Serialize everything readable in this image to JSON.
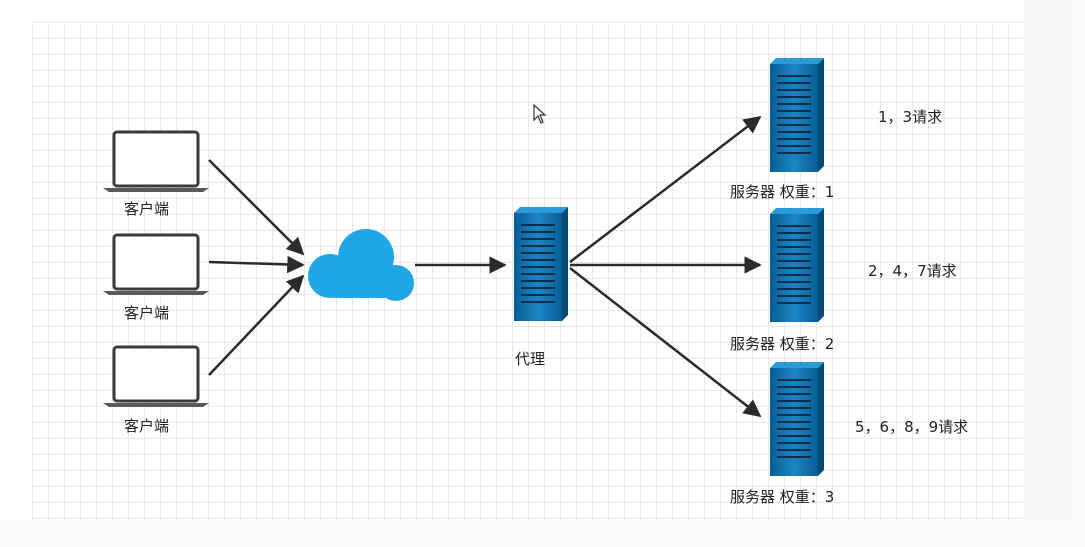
{
  "colors": {
    "server_dark": "#0a5c92",
    "server_light": "#1a86c7",
    "cloud": "#1ea6e6",
    "arrow": "#2b2b2b",
    "laptop_frame": "#3a3a3a"
  },
  "clients": [
    {
      "label": "客户端"
    },
    {
      "label": "客户端"
    },
    {
      "label": "客户端"
    }
  ],
  "proxy": {
    "label": "代理"
  },
  "servers": [
    {
      "label": "服务器 权重：1",
      "requests": "1，3请求"
    },
    {
      "label": "服务器 权重：2",
      "requests": "2，4，7请求"
    },
    {
      "label": "服务器 权重：3",
      "requests": "5，6，8，9请求"
    }
  ]
}
